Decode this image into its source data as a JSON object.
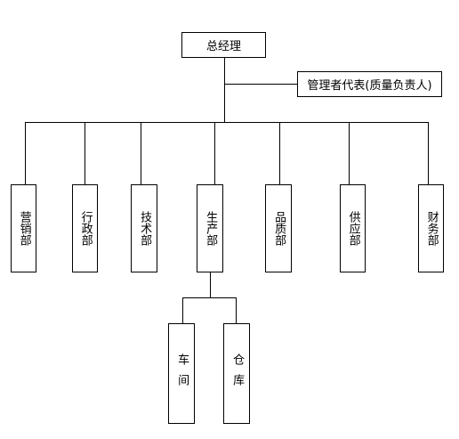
{
  "org_chart": {
    "ceo": "总经理",
    "rep": "管理者代表(质量负责人)",
    "departments": [
      "营销部",
      "行政部",
      "技术部",
      "生产部",
      "品质部",
      "供应部",
      "财务部"
    ],
    "production_sub": [
      "车间",
      "仓库"
    ]
  }
}
